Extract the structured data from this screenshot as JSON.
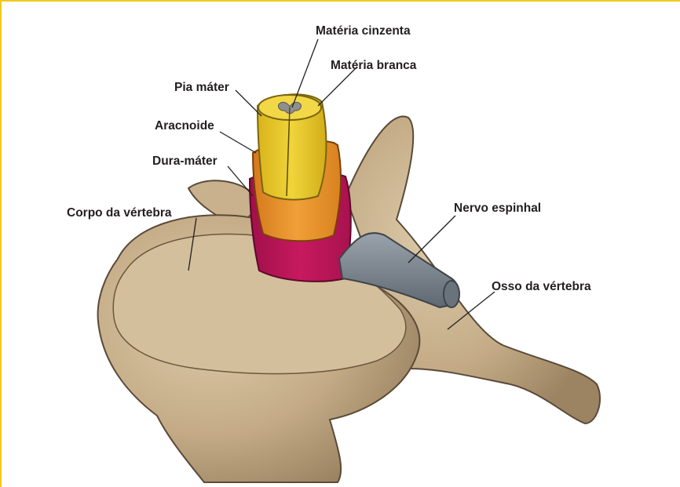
{
  "colors": {
    "frame_border": "#f3c91a",
    "bone": "#c7b08f",
    "bone_light": "#d9c8a8",
    "bone_shadow": "#a08866",
    "bone_outline": "#5a4a38",
    "dura_mater": "#c2185b",
    "arachnoid": "#e8902a",
    "pia_mater": "#e07f1f",
    "white_matter": "#e6c62a",
    "gray_matter": "#9a9a9a",
    "spinal_nerve": "#7d8791",
    "leader_line": "#231f20",
    "text": "#231f20"
  },
  "labels": {
    "gray_matter": "Matéria cinzenta",
    "white_matter": "Matéria branca",
    "pia_mater": "Pia máter",
    "arachnoid": "Aracnoide",
    "dura_mater": "Dura-máter",
    "vertebral_body": "Corpo da vértebra",
    "spinal_nerve": "Nervo espinhal",
    "vertebral_bone": "Osso da vértebra"
  }
}
